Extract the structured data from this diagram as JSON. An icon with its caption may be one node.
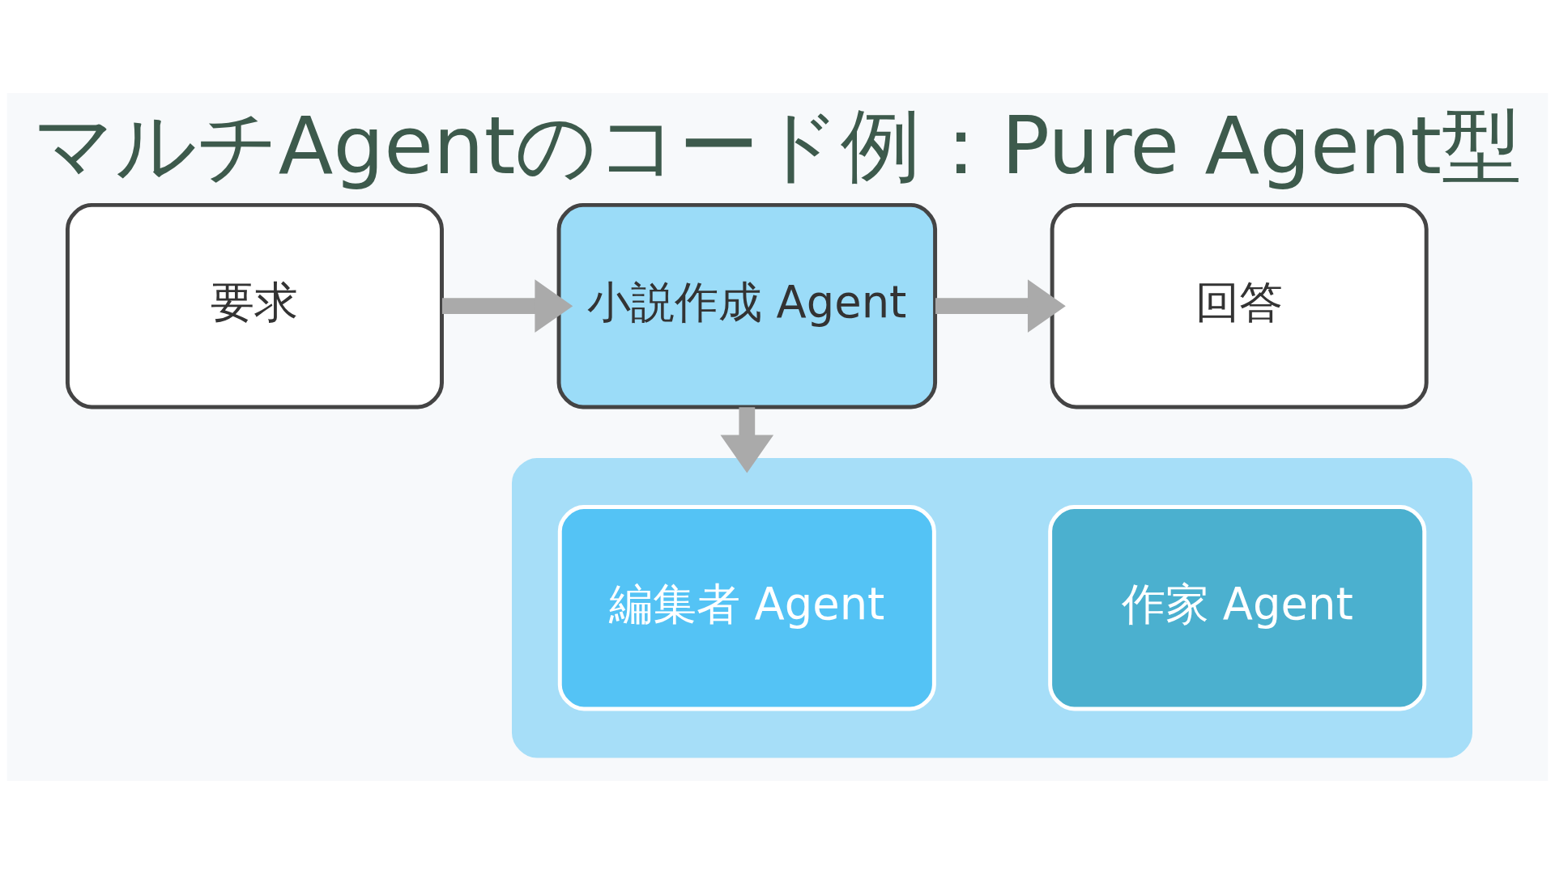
{
  "diagram": {
    "title": "マルチAgentのコード例：Pure Agent型",
    "nodes": [
      {
        "text": [
          "要求"
        ]
      },
      {
        "text": [
          "小説作成 Agent"
        ]
      },
      {
        "text": [
          "回答"
        ]
      },
      {
        "text": [],
        "shape": "box"
      },
      {
        "text": [
          "作家 Agent"
        ],
        "in": 3
      },
      {
        "text": [
          "編集者 Agent"
        ],
        "in": 3
      }
    ],
    "edges": [
      {
        "from": 0,
        "to": 1,
        "arrow": "to"
      },
      {
        "from": 1,
        "to": 2,
        "arrow": "to"
      },
      {
        "from": 1,
        "to": 3,
        "arrow": "to"
      }
    ]
  }
}
